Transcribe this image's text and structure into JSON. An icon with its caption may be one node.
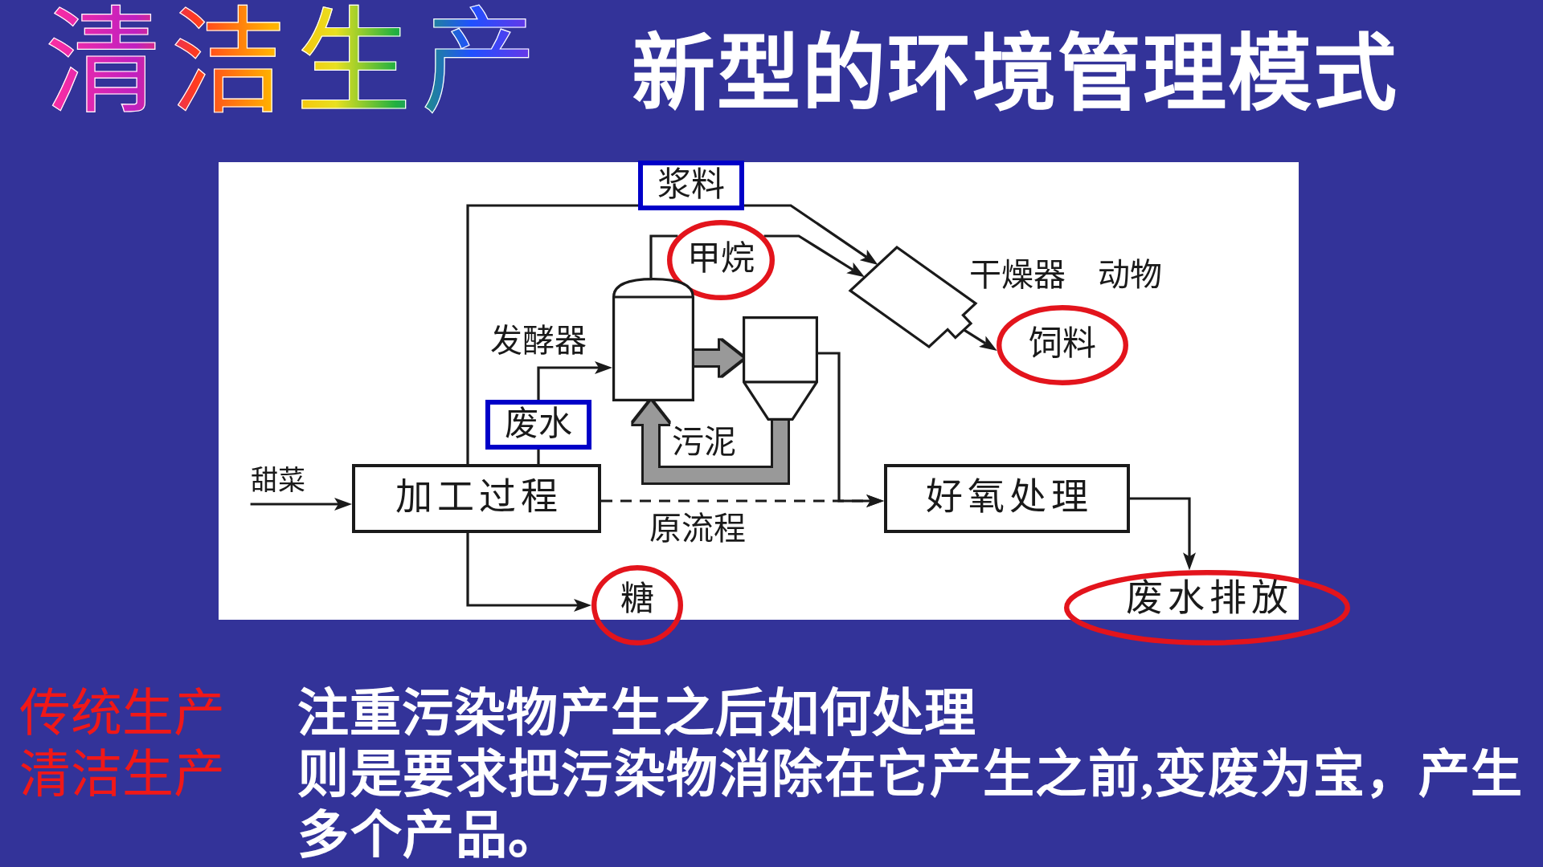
{
  "diagram": {
    "title": "新型的环境管理模式",
    "nodes": [
      {
        "text": [
          "浆料"
        ]
      },
      {
        "text": [
          "甲烷"
        ]
      },
      {
        "text": [],
        "shape": "box",
        "beside": [
          "干燥器"
        ]
      },
      {
        "text": [
          "饲料"
        ],
        "beside": [
          "动物"
        ]
      },
      {
        "text": [],
        "shape": "cylinder",
        "beside": [
          "发酵器"
        ]
      },
      {
        "text": [],
        "shape": "funnel"
      },
      {
        "text": [
          "废水"
        ]
      },
      {
        "text": [
          "甜菜"
        ]
      },
      {
        "text": [
          "加工过程"
        ]
      },
      {
        "text": [
          "好氧处理"
        ]
      },
      {
        "text": [
          "糖"
        ]
      },
      {
        "text": [
          "废水排放"
        ]
      }
    ],
    "edges": [
      {
        "from": 7,
        "to": 8,
        "arrow": "to"
      },
      {
        "from": 8,
        "to": 0,
        "arrow": "none"
      },
      {
        "from": 0,
        "to": 2,
        "arrow": "to"
      },
      {
        "from": 8,
        "to": 6,
        "arrow": "none"
      },
      {
        "from": 6,
        "to": 4,
        "arrow": "to"
      },
      {
        "from": 4,
        "to": 1,
        "arrow": "none"
      },
      {
        "from": 1,
        "to": 2,
        "arrow": "to"
      },
      {
        "from": 4,
        "to": 5,
        "arrow": "to",
        "style": "thick",
        "color": "#999999"
      },
      {
        "from": 5,
        "to": 4,
        "arrow": "to",
        "style": "thick",
        "color": "#999999",
        "label": "污泥"
      },
      {
        "from": 2,
        "to": 3,
        "arrow": "to"
      },
      {
        "from": 5,
        "to": 9,
        "arrow": "to"
      },
      {
        "from": 8,
        "to": 9,
        "arrow": "to",
        "style": "dashed",
        "label": "原流程"
      },
      {
        "from": 8,
        "to": 10,
        "arrow": "to"
      },
      {
        "from": 9,
        "to": 11,
        "arrow": "to"
      }
    ],
    "labels": [
      "清洁生产",
      "传统生产",
      "注重污染物产生之后如何处理",
      "清洁生产",
      "则是要求把污染物消除在它产生之前,变废为宝，产生多个产品。"
    ]
  }
}
